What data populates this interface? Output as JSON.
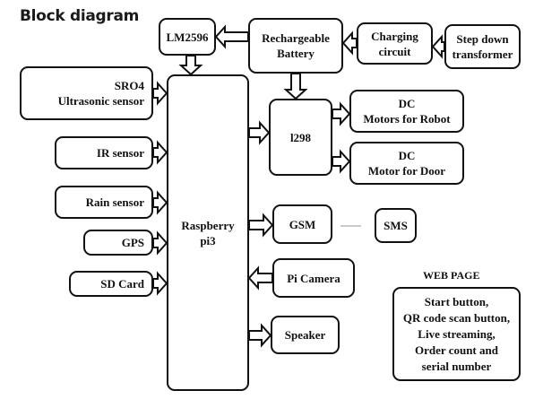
{
  "title": "Block diagram",
  "blocks": {
    "lm2596": {
      "lines": [
        "LM2596"
      ]
    },
    "battery": {
      "lines": [
        "Rechargeable",
        "Battery"
      ]
    },
    "charging": {
      "lines": [
        "Charging",
        "circuit"
      ]
    },
    "transformer": {
      "lines": [
        "Step down",
        "transformer"
      ]
    },
    "ultrasonic": {
      "lines": [
        "SRO4",
        "Ultrasonic sensor"
      ]
    },
    "ir": {
      "lines": [
        "IR sensor"
      ]
    },
    "rain": {
      "lines": [
        "Rain sensor"
      ]
    },
    "gps": {
      "lines": [
        "GPS"
      ]
    },
    "sdcard": {
      "lines": [
        "SD Card"
      ]
    },
    "raspberry": {
      "lines": [
        "Raspberry",
        "pi3"
      ]
    },
    "l298": {
      "lines": [
        "l298"
      ]
    },
    "motors_robot": {
      "lines": [
        "DC",
        "Motors for Robot"
      ]
    },
    "motor_door": {
      "lines": [
        "DC",
        "Motor for Door"
      ]
    },
    "gsm": {
      "lines": [
        "GSM"
      ]
    },
    "sms": {
      "lines": [
        "SMS"
      ]
    },
    "picamera": {
      "lines": [
        "Pi Camera"
      ]
    },
    "speaker": {
      "lines": [
        "Speaker"
      ]
    },
    "webpage": {
      "label": "WEB PAGE",
      "lines": [
        "Start button,",
        "QR code scan button,",
        "Live streaming,",
        "Order count and",
        "serial number"
      ]
    }
  },
  "connections": [
    {
      "from": "battery",
      "to": "lm2596"
    },
    {
      "from": "charging",
      "to": "battery"
    },
    {
      "from": "transformer",
      "to": "charging"
    },
    {
      "from": "lm2596",
      "to": "raspberry"
    },
    {
      "from": "battery",
      "to": "l298"
    },
    {
      "from": "ultrasonic",
      "to": "raspberry"
    },
    {
      "from": "ir",
      "to": "raspberry"
    },
    {
      "from": "rain",
      "to": "raspberry"
    },
    {
      "from": "gps",
      "to": "raspberry"
    },
    {
      "from": "sdcard",
      "to": "raspberry"
    },
    {
      "from": "raspberry",
      "to": "l298"
    },
    {
      "from": "l298",
      "to": "motors_robot"
    },
    {
      "from": "l298",
      "to": "motor_door"
    },
    {
      "from": "raspberry",
      "to": "gsm"
    },
    {
      "from": "gsm",
      "to": "sms",
      "style": "line"
    },
    {
      "from": "picamera",
      "to": "raspberry"
    },
    {
      "from": "raspberry",
      "to": "speaker"
    }
  ]
}
